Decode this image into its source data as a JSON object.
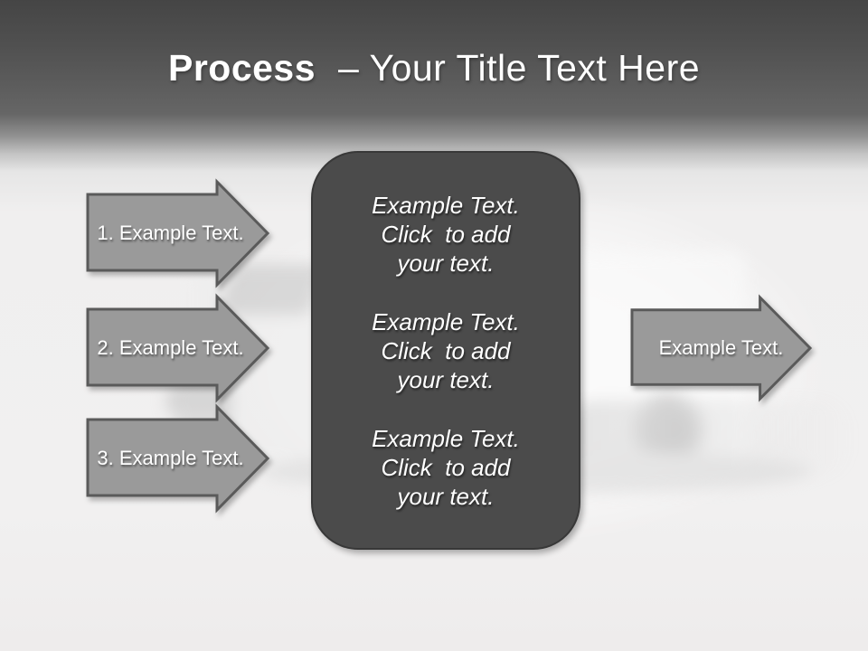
{
  "header": {
    "title_bold": "Process",
    "title_rest": "– Your Title Text Here"
  },
  "left_arrows": [
    {
      "label": "1. Example Text."
    },
    {
      "label": "2. Example Text."
    },
    {
      "label": "3. Example Text."
    }
  ],
  "right_arrow": {
    "label": "Example Text."
  },
  "center_panel": {
    "blocks": [
      "Example Text.\nClick  to add\nyour text.",
      "Example Text.\nClick  to add\nyour text.",
      "Example Text.\nClick  to add\nyour text."
    ]
  },
  "colors": {
    "header_top": "#454545",
    "header_mid": "#666666",
    "body_background": "#f0efef",
    "arrow_fill": "#9a9a9a",
    "arrow_border": "#5a5a5a",
    "panel_fill": "#4b4b4b",
    "panel_border": "#383838",
    "text": "#ffffff"
  }
}
